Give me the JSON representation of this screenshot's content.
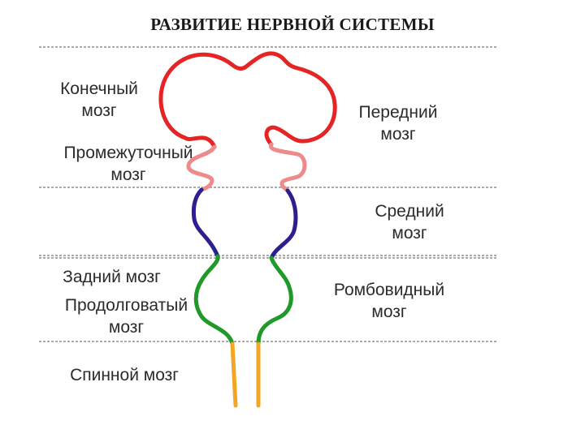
{
  "title": "РАЗВИТИЕ НЕРВНОЙ СИСТЕМЫ",
  "colors": {
    "forebrain": "#e52426",
    "diencephalon": "#ef8a8a",
    "midbrain": "#2e1f8f",
    "hindbrain": "#1f9a28",
    "spinal": "#f2a623",
    "divider": "#555555"
  },
  "labels": {
    "telencephalon": [
      "Конечный",
      "мозг"
    ],
    "forebrain": [
      "Передний",
      "мозг"
    ],
    "diencephalon": [
      "Промежуточный",
      "мозг"
    ],
    "midbrain": [
      "Средний",
      "мозг"
    ],
    "hindbrain": "Задний мозг",
    "medulla": [
      "Продолговатый",
      "мозг"
    ],
    "rhombencephalon": [
      "Ромбовидный",
      "мозг"
    ],
    "spinal_cord": "Спинной мозг"
  }
}
